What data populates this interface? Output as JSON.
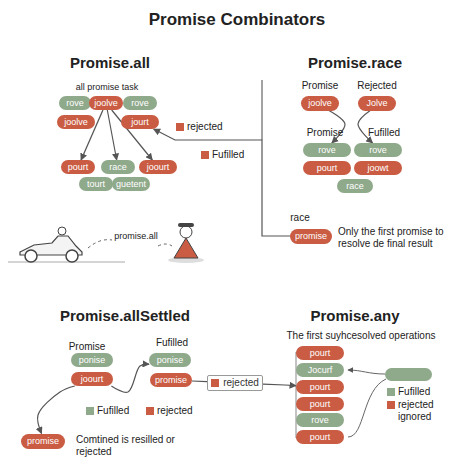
{
  "diagram": {
    "title": "Promise Combinators",
    "nodes": [
      {
        "text": [
          "rove"
        ]
      },
      {
        "text": [
          "joolve"
        ]
      },
      {
        "text": [
          "rove"
        ]
      },
      {
        "text": [
          "joolve"
        ]
      },
      {
        "text": [
          "jourt"
        ]
      },
      {
        "text": [
          "pourt"
        ]
      },
      {
        "text": [
          "race"
        ]
      },
      {
        "text": [
          "joourt"
        ]
      },
      {
        "text": [
          "tourt"
        ]
      },
      {
        "text": [
          "guetent"
        ]
      },
      {
        "text": [
          "joolve"
        ]
      },
      {
        "text": [
          "Jolve"
        ]
      },
      {
        "text": [
          "rove"
        ]
      },
      {
        "text": [
          "rove"
        ]
      },
      {
        "text": [
          "pourt"
        ]
      },
      {
        "text": [
          "joowt"
        ]
      },
      {
        "text": [
          "race"
        ]
      },
      {
        "text": [
          "promise"
        ]
      },
      {
        "text": [
          "ponise"
        ]
      },
      {
        "text": [
          "joourt"
        ]
      },
      {
        "text": [
          "ponise"
        ]
      },
      {
        "text": [
          "promise"
        ]
      },
      {
        "text": [
          "rejected"
        ]
      },
      {
        "text": [
          "promise"
        ]
      },
      {
        "text": [
          "pourt"
        ]
      },
      {
        "text": [
          "Jocurf"
        ]
      },
      {
        "text": [
          "pourt"
        ]
      },
      {
        "text": [
          "pourt"
        ]
      },
      {
        "text": [
          "rove"
        ]
      },
      {
        "text": [
          "pourt"
        ]
      }
    ],
    "edges": [
      {
        "from": 1,
        "to": 5,
        "arrow": "to"
      },
      {
        "from": 1,
        "to": 6,
        "arrow": "to"
      },
      {
        "from": 1,
        "to": 7,
        "arrow": "to"
      },
      {
        "from": 17,
        "to": 4,
        "arrow": "to"
      },
      {
        "from": 10,
        "to": 12,
        "arrow": "to"
      },
      {
        "from": 11,
        "to": 13,
        "arrow": "to"
      },
      {
        "from": 19,
        "to": 20,
        "arrow": "to"
      },
      {
        "from": 19,
        "to": 23,
        "arrow": "to"
      },
      {
        "from": 21,
        "to": 22,
        "arrow": "none"
      },
      {
        "from": 22,
        "to": 26,
        "arrow": "to"
      }
    ],
    "labels": [
      "Promise.all",
      "all promise task",
      "promise.all",
      "Promise.race",
      "Promise",
      "Rejected",
      "Promise",
      "Fufilled",
      "race",
      "Only the first promise to resolve de final result",
      "Promise.allSettled",
      "Promise",
      "Fufilled",
      "Comtined is resilled or rejected",
      "Promise.any",
      "The first suyhcesolved operations"
    ],
    "legend": [
      {
        "text": "rejected",
        "color": "#c95c43"
      },
      {
        "text": "Fufilled",
        "color": "#c95c43"
      },
      {
        "text": "Fufilled",
        "color": "#8fa98b"
      },
      {
        "text": "rejected",
        "color": "#c95c43"
      },
      {
        "text": "Fufilled",
        "color": "#8fa98b"
      },
      {
        "text": "rejected ignored",
        "color": "#c95c43"
      }
    ]
  }
}
